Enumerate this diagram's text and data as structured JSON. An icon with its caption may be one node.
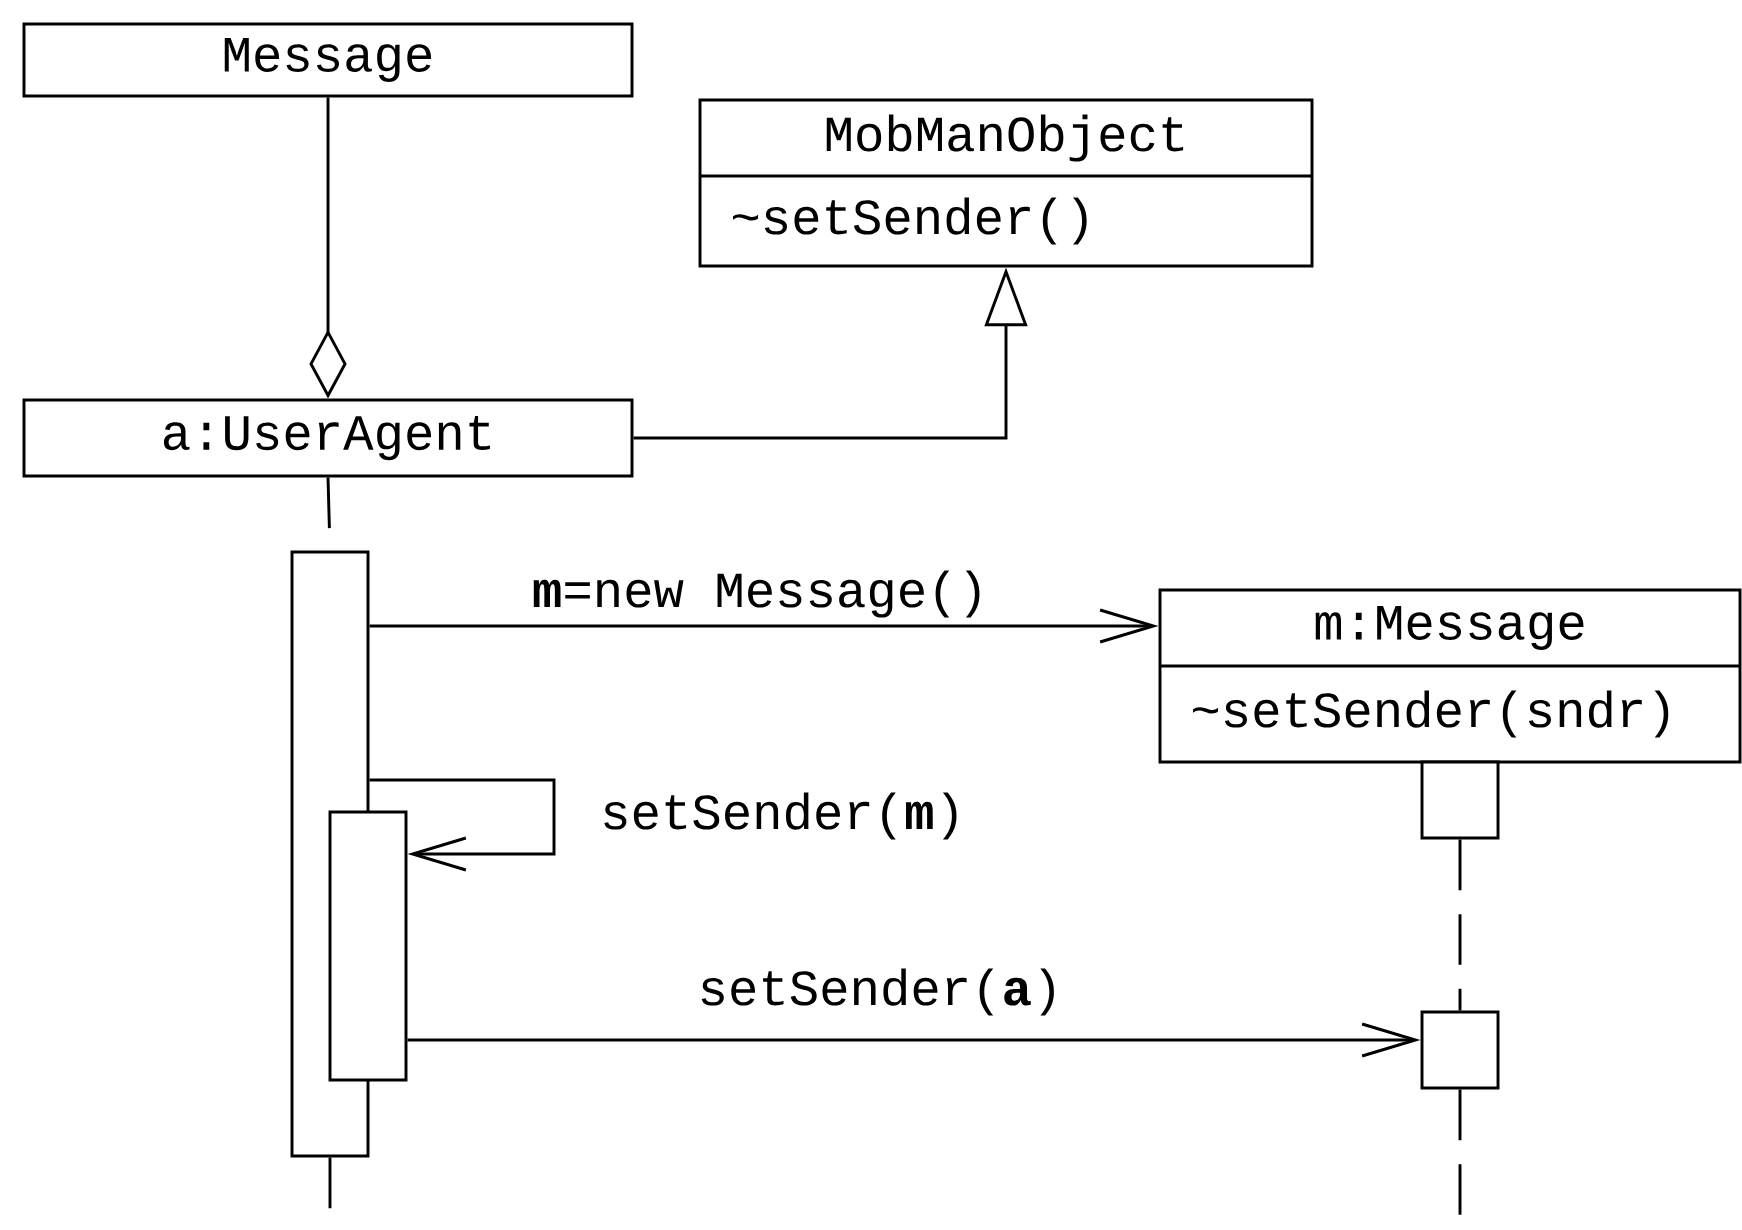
{
  "diagram": {
    "nodes": [
      {
        "text": [
          "Message"
        ]
      },
      {
        "text": [
          "MobManObject",
          "~setSender()"
        ]
      },
      {
        "text": [
          "a:UserAgent"
        ]
      },
      {
        "text": [],
        "shape": "bar"
      },
      {
        "text": [],
        "shape": "bar"
      },
      {
        "text": [
          "m:Message",
          "~setSender(sndr)"
        ]
      },
      {
        "text": [],
        "shape": "bar"
      },
      {
        "text": [],
        "shape": "bar"
      }
    ],
    "edges": [
      {
        "from": 0,
        "to": 2,
        "arrow": "other"
      },
      {
        "from": 2,
        "to": 1,
        "arrow": "to"
      },
      {
        "from": 2,
        "to": 3,
        "arrow": "none",
        "style": "dashed"
      },
      {
        "from": 3,
        "to": null,
        "arrow": "none",
        "style": "dashed"
      },
      {
        "from": 3,
        "to": 5,
        "arrow": "to",
        "label": "**m**=new Message()"
      },
      {
        "from": 3,
        "to": 4,
        "arrow": "to",
        "label": "setSender(**m**)"
      },
      {
        "from": 4,
        "to": 7,
        "arrow": "to",
        "label": "setSender(**a**)"
      },
      {
        "from": 6,
        "to": 7,
        "arrow": "none",
        "style": "dashed"
      },
      {
        "from": 7,
        "to": null,
        "arrow": "none",
        "style": "dashed"
      }
    ]
  }
}
